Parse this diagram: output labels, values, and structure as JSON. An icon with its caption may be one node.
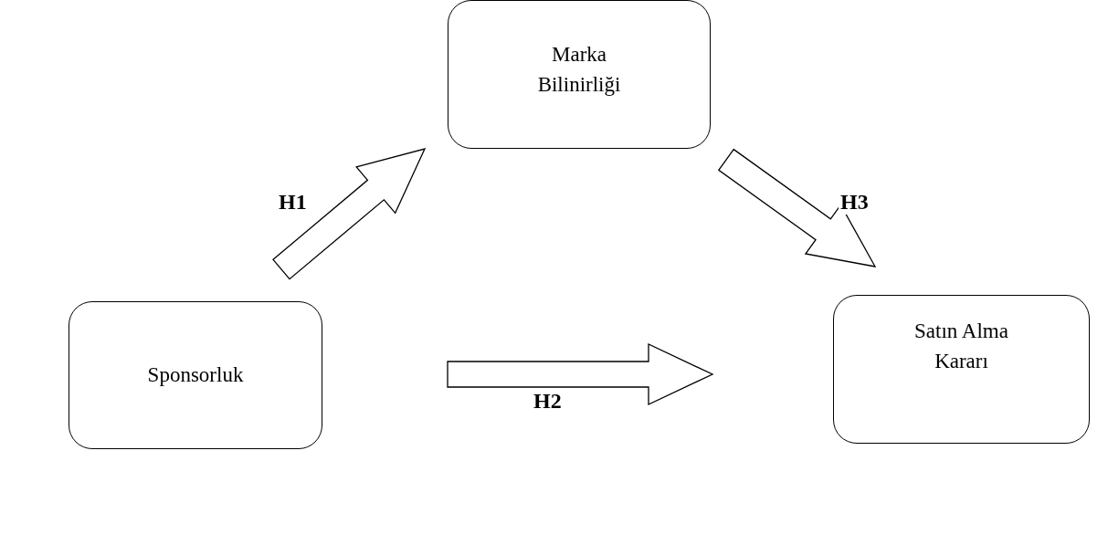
{
  "diagram": {
    "nodes": [
      {
        "text": [
          "Marka Bilinirliği"
        ]
      },
      {
        "text": [
          "Sponsorluk"
        ]
      },
      {
        "text": [
          "Satın Alma Kararı"
        ]
      }
    ],
    "edges": [
      {
        "from": 1,
        "to": 0,
        "arrow": "to",
        "label": "H1"
      },
      {
        "from": 1,
        "to": 2,
        "arrow": "to",
        "label": "H2"
      },
      {
        "from": 0,
        "to": 2,
        "arrow": "to",
        "label": "H3"
      }
    ]
  }
}
